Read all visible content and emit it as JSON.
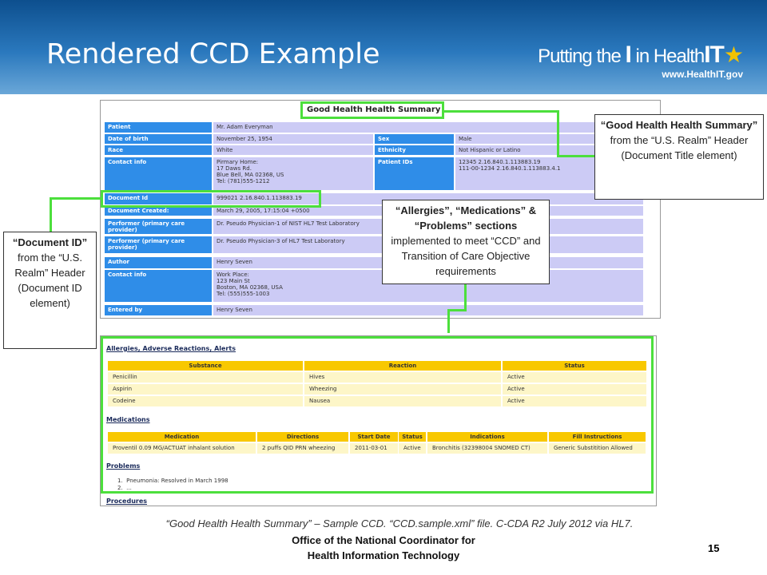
{
  "header": {
    "title": "Rendered CCD Example",
    "logo_text": "Putting the I in HealthIT",
    "logo_url": "www.HealthIT.gov"
  },
  "ccd_header": {
    "doc_title": "Good Health Health Summary",
    "rows": [
      {
        "label": "Patient",
        "value": "Mr. Adam Everyman"
      },
      {
        "label": "Date of birth",
        "value": "November 25, 1954",
        "label2": "Sex",
        "value2": "Male"
      },
      {
        "label": "Race",
        "value": "White",
        "label2": "Ethnicity",
        "value2": "Not Hispanic or Latino"
      },
      {
        "label": "Contact info",
        "value": "Pirmary Home:\n17 Daws Rd.\nBlue Bell, MA 02368, US\nTel: (781)555-1212",
        "label2": "Patient IDs",
        "value2": "12345 2.16.840.1.113883.19\n111-00-1234 2.16.840.1.113883.4.1"
      },
      {
        "label": "Document Id",
        "value": "999021 2.16.840.1.113883.19"
      },
      {
        "label": "Document Created:",
        "value": "March 29, 2005, 17:15:04 +0500"
      },
      {
        "label": "Performer (primary care provider)",
        "value": "Dr. Pseudo Physician-1 of NIST HL7 Test Laboratory"
      },
      {
        "label": "Performer (primary care provider)",
        "value": "Dr. Pseudo Physician-3 of HL7 Test Laboratory"
      },
      {
        "label": "Author",
        "value": "Henry Seven"
      },
      {
        "label": "Contact info",
        "value": "Work Place:\n123 Main St\nBoston, MA 02368, USA\nTel: (555)555-1003"
      },
      {
        "label": "Entered by",
        "value": "Henry Seven"
      }
    ]
  },
  "sections": {
    "allergies": {
      "title": "Allergies, Adverse Reactions, Alerts",
      "columns": [
        "Substance",
        "Reaction",
        "Status"
      ],
      "rows": [
        [
          "Penicillin",
          "Hives",
          "Active"
        ],
        [
          "Aspirin",
          "Wheezing",
          "Active"
        ],
        [
          "Codeine",
          "Nausea",
          "Active"
        ]
      ]
    },
    "medications": {
      "title": "Medications",
      "columns": [
        "Medication",
        "Directions",
        "Start Date",
        "Status",
        "Indications",
        "Fill Instructions"
      ],
      "rows": [
        [
          "Proventil 0.09 MG/ACTUAT inhalant solution",
          "2 puffs QID PRN wheezing",
          "2011-03-01",
          "Active",
          "Bronchitis (32398004 SNOMED CT)",
          "Generic Substitition Allowed"
        ]
      ]
    },
    "problems": {
      "title": "Problems",
      "items": [
        "1.  Pneumonia: Resolved in March 1998",
        "2.  ..."
      ]
    },
    "procedures": {
      "title": "Procedures"
    }
  },
  "callouts": {
    "doc_id": {
      "bold": "“Document ID”",
      "text": "from the “U.S. Realm” Header (Document ID element)"
    },
    "title": {
      "bold": "“Good Health Health Summary”",
      "text": "from the “U.S. Realm” Header (Document Title element)"
    },
    "sections": {
      "bold": "“Allergies”, “Medications” & “Problems” sections",
      "text": "implemented to meet “CCD” and Transition of Care Objective requirements"
    }
  },
  "caption": "“Good Health Health Summary” – Sample CCD. “CCD.sample.xml” file. C-CDA R2 July 2012 via HL7.",
  "footer": {
    "line1": "Office of the National Coordinator for",
    "line2": "Health Information Technology",
    "page": "15"
  },
  "colors": {
    "accent_green": "#4cdf3c",
    "label_blue": "#2f8de8",
    "value_lavender": "#cccbf5",
    "table_header_gold": "#f8c800"
  }
}
